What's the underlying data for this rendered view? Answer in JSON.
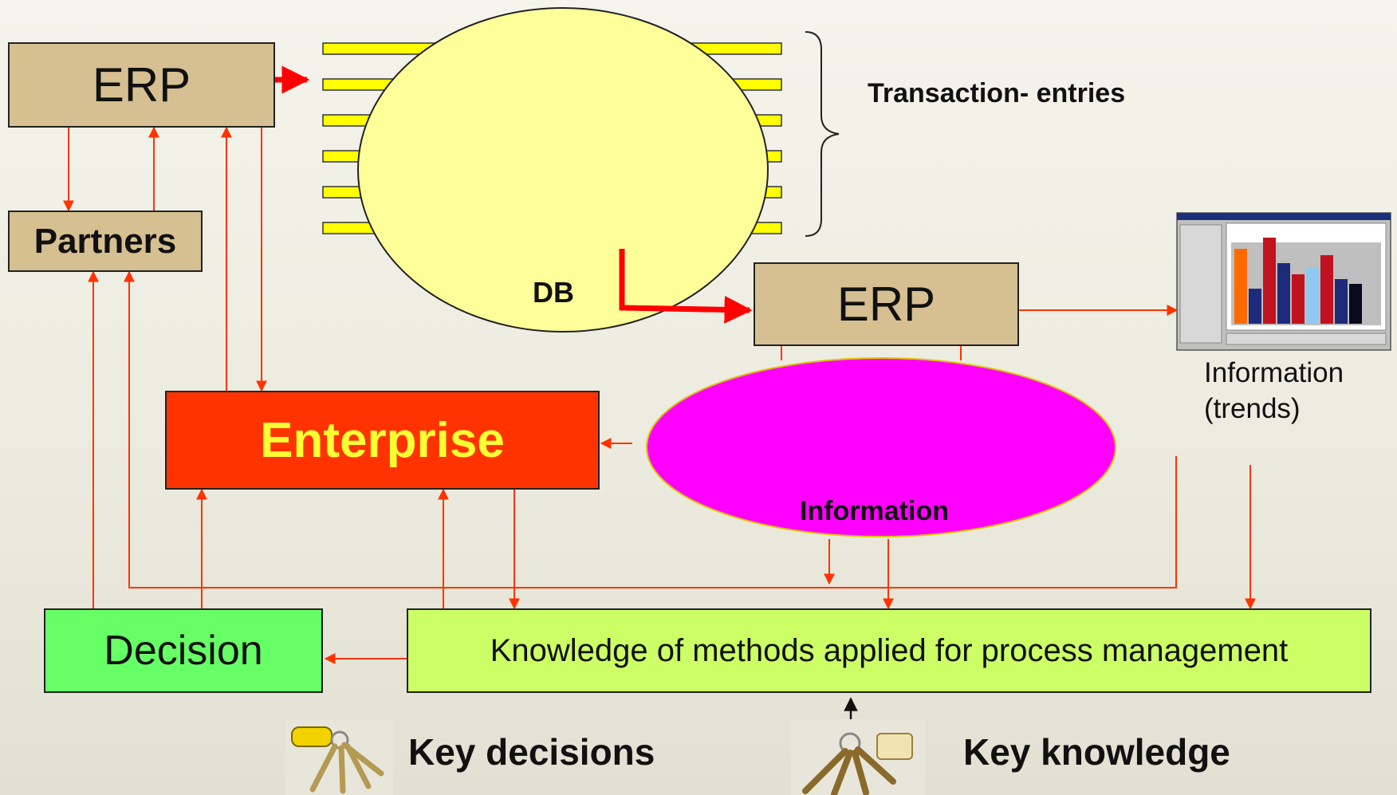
{
  "colors": {
    "erp_fill": "#d6c092",
    "partners_fill": "#d6c092",
    "enterprise_fill": "#ff3300",
    "enterprise_text": "#ffff33",
    "decision_fill": "#66ff66",
    "knowledge_fill": "#ccff66",
    "db_fill": "#ffff99",
    "info_fill": "#ff00ff",
    "bars": "#ffff00",
    "arrow": "#ff3300",
    "arrow_thick": "#ff0000"
  },
  "nodes": {
    "erp_top": "ERP",
    "partners": "Partners",
    "db": "DB",
    "erp_mid": "ERP",
    "enterprise": "Enterprise",
    "information": "Information",
    "decision": "Decision",
    "knowledge": "Knowledge of methods applied for process management"
  },
  "labels": {
    "transaction_entries": "Transaction- entries",
    "information_trends_line1": "Information",
    "information_trends_line2": "(trends)",
    "key_decisions": "Key decisions",
    "key_knowledge": "Key knowledge"
  },
  "icons": {
    "chart": "bar-chart-screenshot-icon",
    "keys_left": "keys-icon",
    "keys_right": "keys-icon"
  }
}
